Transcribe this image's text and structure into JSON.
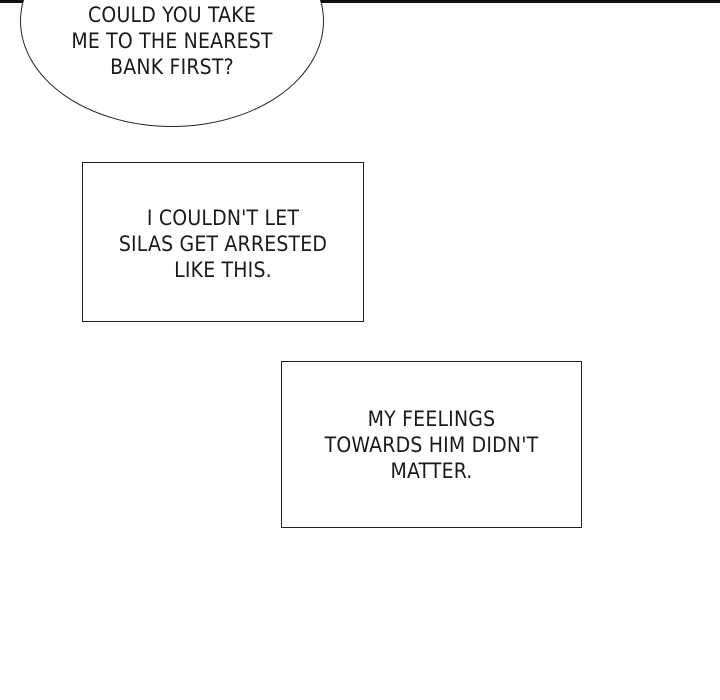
{
  "speech_bubble": {
    "text": "COULD YOU TAKE\nME TO THE NEAREST\nBANK FIRST?"
  },
  "captions": [
    {
      "text": "I COULDN'T LET\nSILAS GET ARRESTED\nLIKE THIS."
    },
    {
      "text": "MY FEELINGS\nTOWARDS HIM DIDN'T\nMATTER."
    }
  ]
}
